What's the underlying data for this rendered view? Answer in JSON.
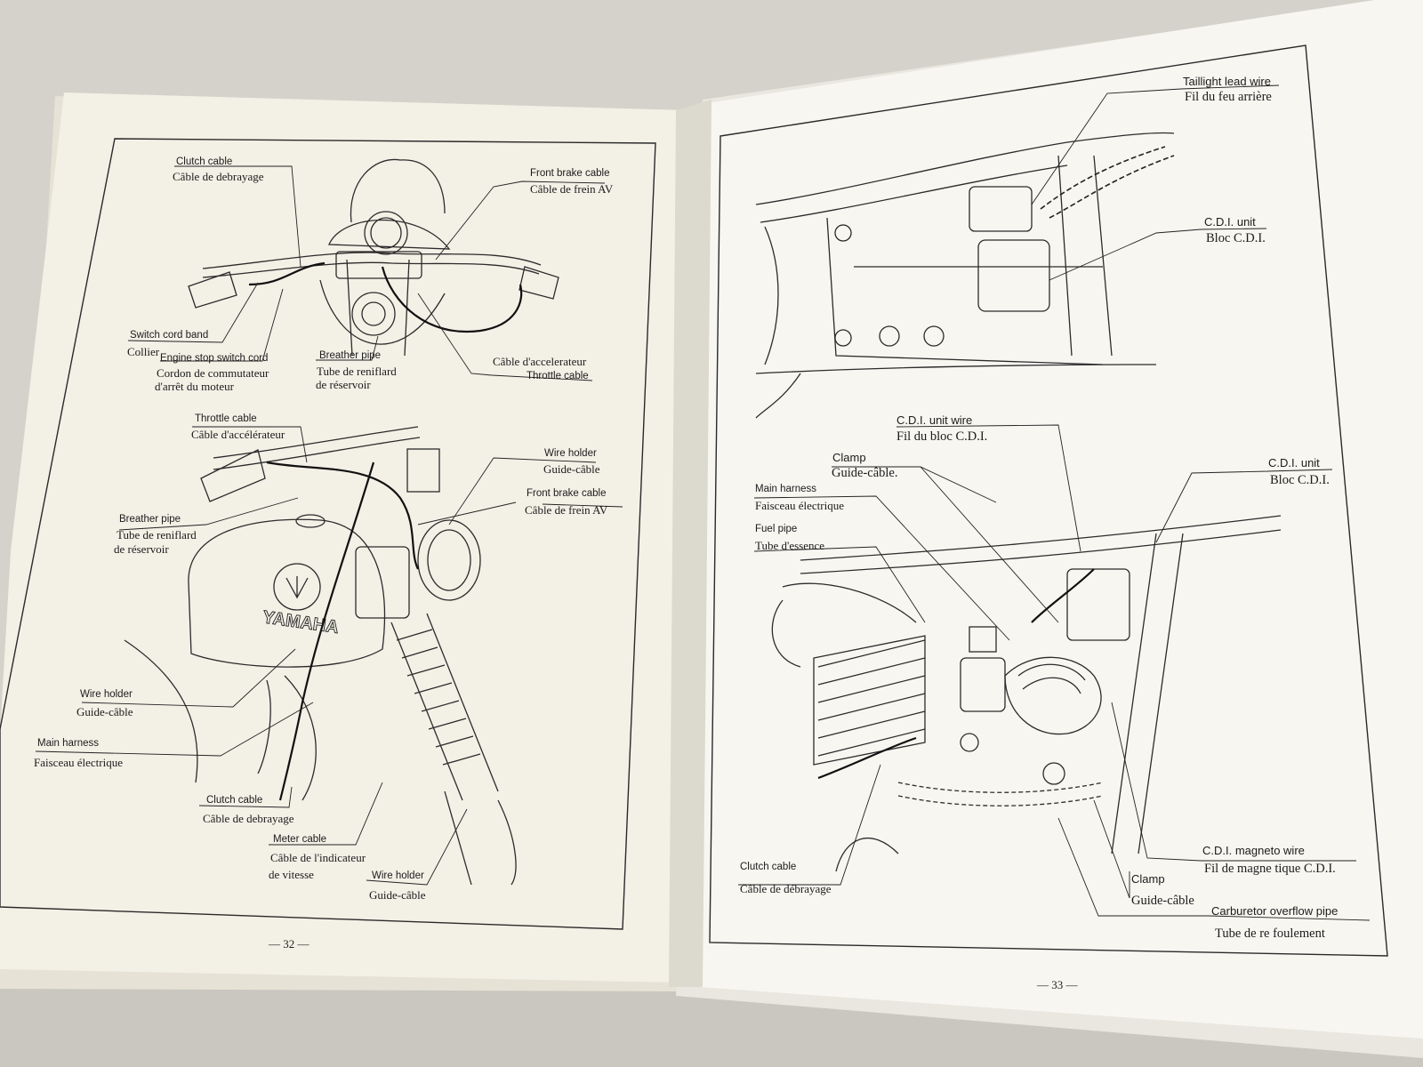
{
  "left_page": {
    "page_number": "— 32 —",
    "labels": [
      {
        "id": "clutch-cable-top-en",
        "text": "Clutch cable"
      },
      {
        "id": "clutch-cable-top-fr",
        "text": "Câble de debrayage"
      },
      {
        "id": "front-brake-cable-top-en",
        "text": "Front brake cable"
      },
      {
        "id": "front-brake-cable-top-fr",
        "text": "Câble de frein AV"
      },
      {
        "id": "switch-cord-band-en",
        "text": "Switch cord band"
      },
      {
        "id": "switch-cord-band-fr",
        "text": "Collier"
      },
      {
        "id": "engine-stop-switch-cord-en",
        "text": "Engine stop switch cord"
      },
      {
        "id": "engine-stop-switch-cord-fr1",
        "text": "Cordon de commutateur"
      },
      {
        "id": "engine-stop-switch-cord-fr2",
        "text": "d'arrêt du moteur"
      },
      {
        "id": "breather-pipe-top-en",
        "text": "Breather pipe"
      },
      {
        "id": "breather-pipe-top-fr1",
        "text": "Tube de reniflard"
      },
      {
        "id": "breather-pipe-top-fr2",
        "text": "de réservoir"
      },
      {
        "id": "throttle-cable-top-fr",
        "text": "Câble d'accelerateur"
      },
      {
        "id": "throttle-cable-top-en",
        "text": "Throttle cable"
      },
      {
        "id": "throttle-cable-mid-en",
        "text": "Throttle cable"
      },
      {
        "id": "throttle-cable-mid-fr",
        "text": "Câble d'accélérateur"
      },
      {
        "id": "wire-holder-top-en",
        "text": "Wire holder"
      },
      {
        "id": "wire-holder-top-fr",
        "text": "Guide-câble"
      },
      {
        "id": "front-brake-cable-mid-en",
        "text": "Front brake cable"
      },
      {
        "id": "front-brake-cable-mid-fr",
        "text": "Câble de frein AV"
      },
      {
        "id": "breather-pipe-mid-en",
        "text": "Breather pipe"
      },
      {
        "id": "breather-pipe-mid-fr1",
        "text": "Tube de reniflard"
      },
      {
        "id": "breather-pipe-mid-fr2",
        "text": "de réservoir"
      },
      {
        "id": "wire-holder-left-en",
        "text": "Wire holder"
      },
      {
        "id": "wire-holder-left-fr",
        "text": "Guide-câble"
      },
      {
        "id": "main-harness-left-en",
        "text": "Main harness"
      },
      {
        "id": "main-harness-left-fr",
        "text": "Faisceau électrique"
      },
      {
        "id": "clutch-cable-bottom-en",
        "text": "Clutch cable"
      },
      {
        "id": "clutch-cable-bottom-fr",
        "text": "Câble de debrayage"
      },
      {
        "id": "meter-cable-en",
        "text": "Meter cable"
      },
      {
        "id": "meter-cable-fr1",
        "text": "Câble de l'indicateur"
      },
      {
        "id": "meter-cable-fr2",
        "text": "de vitesse"
      },
      {
        "id": "wire-holder-bottom-en",
        "text": "Wire holder"
      },
      {
        "id": "wire-holder-bottom-fr",
        "text": "Guide-câble"
      }
    ],
    "tank_logo": "YAMAHA"
  },
  "right_page": {
    "page_number": "— 33 —",
    "labels": [
      {
        "id": "taillight-lead-wire-en",
        "text": "Taillight lead wire"
      },
      {
        "id": "taillight-lead-wire-fr",
        "text": "Fil du feu arrière"
      },
      {
        "id": "cdi-unit-top-en",
        "text": "C.D.I. unit"
      },
      {
        "id": "cdi-unit-top-fr",
        "text": "Bloc C.D.I."
      },
      {
        "id": "cdi-unit-wire-en",
        "text": "C.D.I. unit wire"
      },
      {
        "id": "cdi-unit-wire-fr",
        "text": "Fil du bloc C.D.I."
      },
      {
        "id": "clamp-top-en",
        "text": "Clamp"
      },
      {
        "id": "clamp-top-fr",
        "text": "Guide-câble."
      },
      {
        "id": "cdi-unit-bottom-en",
        "text": "C.D.I. unit"
      },
      {
        "id": "cdi-unit-bottom-fr",
        "text": "Bloc C.D.I."
      },
      {
        "id": "main-harness-right-en",
        "text": "Main harness"
      },
      {
        "id": "main-harness-right-fr",
        "text": "Faisceau électrique"
      },
      {
        "id": "fuel-pipe-en",
        "text": "Fuel pipe"
      },
      {
        "id": "fuel-pipe-fr",
        "text": "Tube d'essence"
      },
      {
        "id": "cdi-magneto-wire-en",
        "text": "C.D.I. magneto wire"
      },
      {
        "id": "cdi-magneto-wire-fr",
        "text": "Fil de magne tique C.D.I."
      },
      {
        "id": "clamp-bottom-en",
        "text": "Clamp"
      },
      {
        "id": "clamp-bottom-fr",
        "text": "Guide-câble"
      },
      {
        "id": "carb-overflow-pipe-en",
        "text": "Carburetor overflow pipe"
      },
      {
        "id": "carb-overflow-pipe-fr",
        "text": "Tube de re foulement"
      },
      {
        "id": "clutch-cable-right-en",
        "text": "Clutch cable"
      },
      {
        "id": "clutch-cable-right-fr",
        "text": "Câble de débrayage"
      }
    ]
  }
}
